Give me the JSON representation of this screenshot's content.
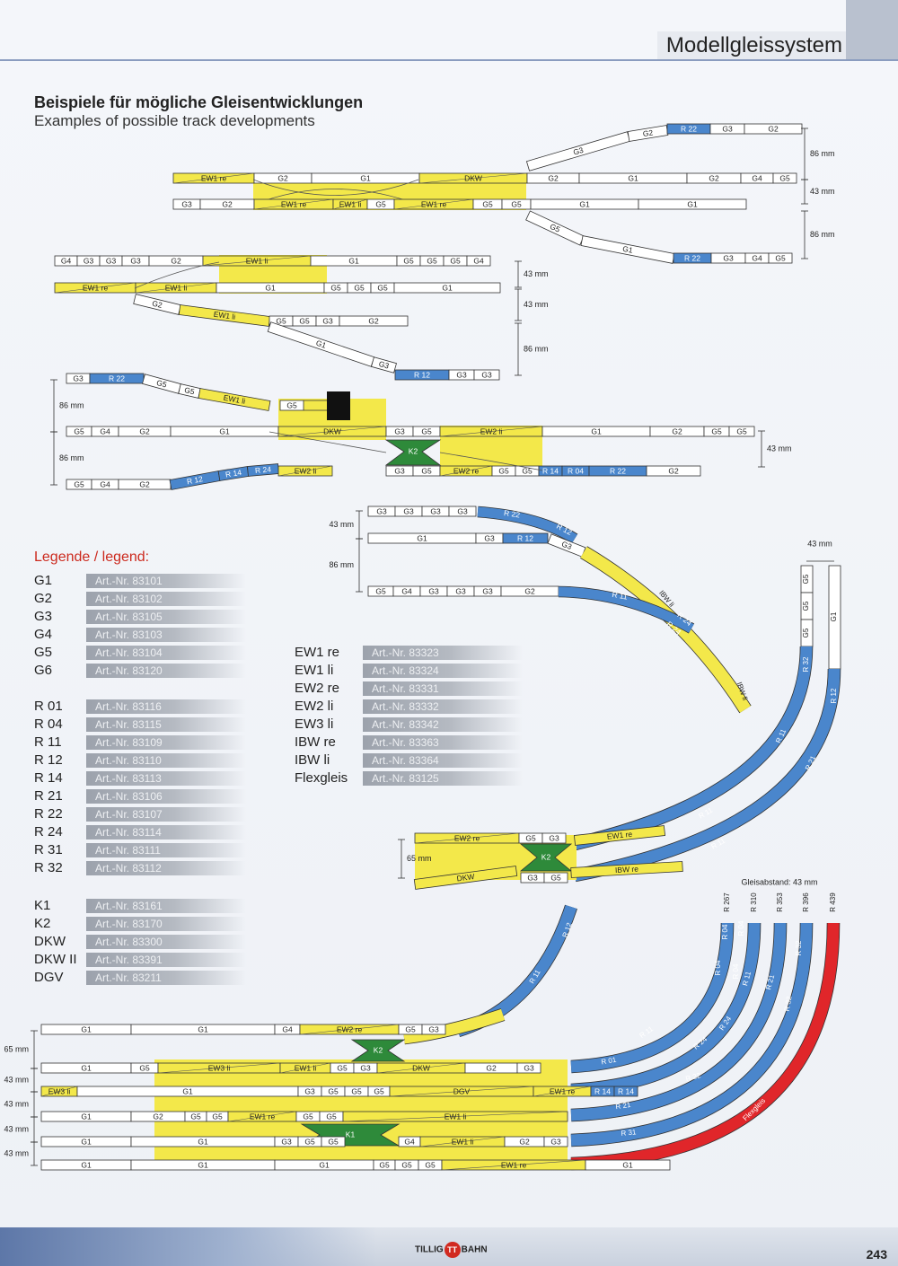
{
  "section_title": "Modellgleissystem",
  "headline_de": "Beispiele für mögliche Gleisentwicklungen",
  "headline_en": "Examples of possible track developments",
  "legend": {
    "title_de": "Legende",
    "title_en": " / legend:",
    "left": [
      {
        "code": "G1",
        "art": "Art.-Nr. 83101"
      },
      {
        "code": "G2",
        "art": "Art.-Nr. 83102"
      },
      {
        "code": "G3",
        "art": "Art.-Nr. 83105"
      },
      {
        "code": "G4",
        "art": "Art.-Nr. 83103"
      },
      {
        "code": "G5",
        "art": "Art.-Nr. 83104"
      },
      {
        "code": "G6",
        "art": "Art.-Nr. 83120"
      },
      {
        "code": "R 01",
        "art": "Art.-Nr. 83116"
      },
      {
        "code": "R 04",
        "art": "Art.-Nr. 83115"
      },
      {
        "code": "R 11",
        "art": "Art.-Nr. 83109"
      },
      {
        "code": "R 12",
        "art": "Art.-Nr. 83110"
      },
      {
        "code": "R 14",
        "art": "Art.-Nr. 83113"
      },
      {
        "code": "R 21",
        "art": "Art.-Nr. 83106"
      },
      {
        "code": "R 22",
        "art": "Art.-Nr. 83107"
      },
      {
        "code": "R 24",
        "art": "Art.-Nr. 83114"
      },
      {
        "code": "R 31",
        "art": "Art.-Nr. 83111"
      },
      {
        "code": "R 32",
        "art": "Art.-Nr. 83112"
      },
      {
        "code": "K1",
        "art": "Art.-Nr. 83161"
      },
      {
        "code": "K2",
        "art": "Art.-Nr. 83170"
      },
      {
        "code": "DKW",
        "art": "Art.-Nr. 83300"
      },
      {
        "code": "DKW II",
        "art": "Art.-Nr. 83391"
      },
      {
        "code": "DGV",
        "art": "Art.-Nr. 83211"
      }
    ],
    "right": [
      {
        "code": "EW1 re",
        "art": "Art.-Nr. 83323"
      },
      {
        "code": "EW1 li",
        "art": "Art.-Nr. 83324"
      },
      {
        "code": "EW2 re",
        "art": "Art.-Nr. 83331"
      },
      {
        "code": "EW2 li",
        "art": "Art.-Nr. 83332"
      },
      {
        "code": "EW3 li",
        "art": "Art.-Nr. 83342"
      },
      {
        "code": "IBW re",
        "art": "Art.-Nr. 83363"
      },
      {
        "code": "IBW li",
        "art": "Art.-Nr. 83364"
      },
      {
        "code": "Flexgleis",
        "art": "Art.-Nr. 83125"
      }
    ]
  },
  "colors": {
    "straight": "#ffffff",
    "turnout": "#f3e84a",
    "curve": "#4a86cc",
    "crossing": "#2e8a3a",
    "flex": "#e0262a",
    "outline": "#333333"
  },
  "d1": {
    "upper": [
      "G3",
      "G2",
      "G5",
      "R 22",
      "G3",
      "G2"
    ],
    "mid": [
      "EW1 re",
      "G2",
      "G1",
      "DKW",
      "G2",
      "G1",
      "G2",
      "G4",
      "G5"
    ],
    "low": [
      "G3",
      "G2",
      "EW1 re",
      "EW1 li",
      "G5",
      "EW1 re",
      "G5",
      "G5",
      "G1",
      "G1"
    ],
    "bottom": [
      "G5",
      "G1",
      "R 22",
      "G3",
      "G4",
      "G5"
    ],
    "dims": [
      "86 mm",
      "43 mm",
      "86 mm"
    ]
  },
  "d2": {
    "r1": [
      "G4",
      "G3",
      "G3",
      "G3",
      "G2",
      "EW1 li",
      "G1",
      "G5",
      "G5",
      "G5",
      "G4"
    ],
    "r2": [
      "EW1 re",
      "EW1 li",
      "G1",
      "G5",
      "G5",
      "G5",
      "G1"
    ],
    "r3": [
      "G2",
      "EW1 li",
      "G5",
      "G5",
      "G3",
      "G2"
    ],
    "r4": [
      "G1",
      "G3",
      "R 12",
      "G3",
      "G3"
    ],
    "dims": [
      "43 mm",
      "43 mm",
      "86 mm"
    ]
  },
  "d3": {
    "top": [
      "G3",
      "R 22",
      "G5",
      "G5",
      "EW1 li",
      "G5"
    ],
    "mid": [
      "G5",
      "G4",
      "G2",
      "G1",
      "DKW",
      "G3",
      "G5",
      "EW2 li",
      "G1",
      "G2",
      "G5",
      "G5"
    ],
    "low": [
      "G3",
      "G5",
      "EW2 re",
      "G5",
      "G5",
      "R 14",
      "R 04",
      "R 22",
      "G2"
    ],
    "bottom": [
      "G5",
      "G4",
      "G2",
      "R 12",
      "R 14",
      "R 24",
      "EW2 li"
    ],
    "cross": "K2",
    "dims": [
      "86 mm",
      "86 mm",
      "43 mm"
    ]
  },
  "d4": {
    "r1": [
      "G3",
      "G3",
      "G3",
      "G3",
      "R 22",
      "R 12"
    ],
    "r2": [
      "G1",
      "G3",
      "R 12",
      "G3"
    ],
    "r3": [
      "G5",
      "G4",
      "G3",
      "G3",
      "G3",
      "G2",
      "R 11",
      "R 24",
      "R 24"
    ],
    "ibw": [
      "IBW li",
      "IBW li"
    ],
    "dims": [
      "43 mm",
      "86 mm"
    ]
  },
  "d5": {
    "left_col": [
      "G5",
      "G5",
      "G5",
      "R 32",
      "R 11",
      "R 11",
      "R 11"
    ],
    "right_col": [
      "G1",
      "R 12",
      "R 21",
      "R 11"
    ],
    "dims": [
      "43 mm"
    ]
  },
  "d6": {
    "top": [
      "EW2 re",
      "G5",
      "G3",
      "EW1 re"
    ],
    "bottom": [
      "DKW",
      "G3",
      "G5",
      "IBW re"
    ],
    "cross": "K2",
    "dims": [
      "65 mm"
    ]
  },
  "d7": {
    "note": "Gleisabstand: 43 mm",
    "radii": [
      "R 267",
      "R 310",
      "R 353",
      "R 396",
      "R 439"
    ],
    "row1": [
      "G1",
      "G1",
      "G4",
      "EW2 re",
      "G5",
      "G3",
      "IBW re"
    ],
    "row2": [
      "G1",
      "G5",
      "EW3 li",
      "EW1 li",
      "G5",
      "G3",
      "DKW",
      "G2",
      "G3",
      "R 01"
    ],
    "row3": [
      "EW3 li",
      "G1",
      "G3",
      "G5",
      "G5",
      "G5",
      "DGV",
      "EW1 re",
      "R 14",
      "R 14",
      "R 12"
    ],
    "row4": [
      "G1",
      "G2",
      "G5",
      "G5",
      "EW1 re",
      "G5",
      "G5",
      "EW1 li",
      "R 21"
    ],
    "row5": [
      "G1",
      "G1",
      "G3",
      "G5",
      "G5",
      "K1",
      "G4",
      "EW1 li",
      "G2",
      "G3",
      "R 31"
    ],
    "row6": [
      "G1",
      "G1",
      "G1",
      "G5",
      "G5",
      "G5",
      "EW1 re",
      "G1",
      "Flexgleis"
    ],
    "arc_labels": [
      "R 11",
      "R 12",
      "R 01",
      "R 11",
      "R 22",
      "R 24",
      "R 24",
      "R 21",
      "R 31",
      "R 32",
      "R 04",
      "R 04",
      "R 04",
      "R 04",
      "R 11",
      "R 21",
      "R 32"
    ],
    "cross": "K2",
    "dims": [
      "65 mm",
      "43 mm",
      "43 mm",
      "43 mm",
      "43 mm"
    ]
  },
  "footer": {
    "logo_left": "TILLIG",
    "logo_mark": "TT",
    "logo_right": "BAHN",
    "page_number": "243"
  }
}
